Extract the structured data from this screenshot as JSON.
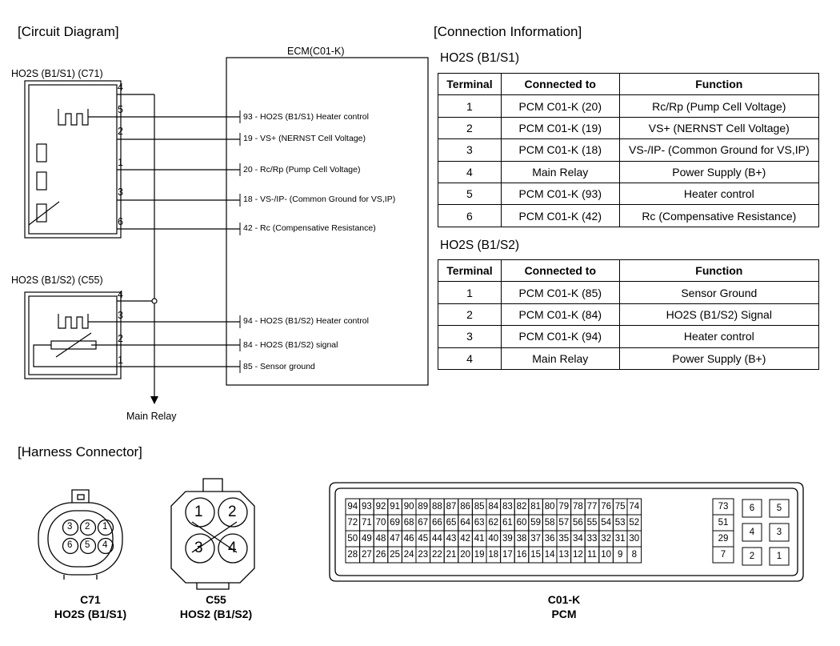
{
  "headings": {
    "circuit": "[Circuit Diagram]",
    "connection": "[Connection Information]",
    "harness": "[Harness Connector]"
  },
  "circuit": {
    "ecm_title": "ECM(C01-K)",
    "main_relay": "Main Relay",
    "sensor1": {
      "title": "HO2S (B1/S1) (C71)",
      "pins": [
        "4",
        "5",
        "2",
        "1",
        "3",
        "6"
      ],
      "ecm_labels": [
        "93 - HO2S (B1/S1) Heater control",
        "19 - VS+ (NERNST Cell Voltage)",
        "20 - Rc/Rp (Pump Cell Voltage)",
        "18 - VS-/IP- (Common Ground for VS,IP)",
        "42 - Rc (Compensative Resistance)"
      ]
    },
    "sensor2": {
      "title": "HO2S (B1/S2) (C55)",
      "pins": [
        "4",
        "3",
        "2",
        "1"
      ],
      "ecm_labels": [
        "94 - HO2S (B1/S2) Heater control",
        "84 - HO2S (B1/S2) signal",
        "85 - Sensor ground"
      ]
    }
  },
  "connection": {
    "headers": [
      "Terminal",
      "Connected to",
      "Function"
    ],
    "table1": {
      "title": "HO2S (B1/S1)",
      "rows": [
        [
          "1",
          "PCM C01-K (20)",
          "Rc/Rp (Pump Cell Voltage)"
        ],
        [
          "2",
          "PCM C01-K (19)",
          "VS+ (NERNST Cell Voltage)"
        ],
        [
          "3",
          "PCM C01-K (18)",
          "VS-/IP- (Common Ground for VS,IP)"
        ],
        [
          "4",
          "Main Relay",
          "Power Supply (B+)"
        ],
        [
          "5",
          "PCM C01-K (93)",
          "Heater control"
        ],
        [
          "6",
          "PCM C01-K (42)",
          "Rc (Compensative Resistance)"
        ]
      ]
    },
    "table2": {
      "title": "HO2S (B1/S2)",
      "rows": [
        [
          "1",
          "PCM C01-K (85)",
          "Sensor Ground"
        ],
        [
          "2",
          "PCM C01-K (84)",
          "HO2S (B1/S2) Signal"
        ],
        [
          "3",
          "PCM C01-K (94)",
          "Heater control"
        ],
        [
          "4",
          "Main Relay",
          "Power Supply (B+)"
        ]
      ]
    }
  },
  "harness": {
    "c71": {
      "name": "C71",
      "label": "HO2S (B1/S1)",
      "pins": [
        "3",
        "2",
        "1",
        "6",
        "5",
        "4"
      ]
    },
    "c55": {
      "name": "C55",
      "label": "HOS2 (B1/S2)",
      "pins": [
        "1",
        "2",
        "3",
        "4"
      ]
    },
    "c01k": {
      "name": "C01-K",
      "label": "PCM",
      "rows": [
        [
          "94",
          "93",
          "92",
          "91",
          "90",
          "89",
          "88",
          "87",
          "86",
          "85",
          "84",
          "83",
          "82",
          "81",
          "80",
          "79",
          "78",
          "77",
          "76",
          "75",
          "74"
        ],
        [
          "72",
          "71",
          "70",
          "69",
          "68",
          "67",
          "66",
          "65",
          "64",
          "63",
          "62",
          "61",
          "60",
          "59",
          "58",
          "57",
          "56",
          "55",
          "54",
          "53",
          "52"
        ],
        [
          "50",
          "49",
          "48",
          "47",
          "46",
          "45",
          "44",
          "43",
          "42",
          "41",
          "40",
          "39",
          "38",
          "37",
          "36",
          "35",
          "34",
          "33",
          "32",
          "31",
          "30"
        ],
        [
          "28",
          "27",
          "26",
          "25",
          "24",
          "23",
          "22",
          "21",
          "20",
          "19",
          "18",
          "17",
          "16",
          "15",
          "14",
          "13",
          "12",
          "11",
          "10",
          "9",
          "8"
        ]
      ],
      "side_col": [
        "73",
        "51",
        "29",
        "7"
      ],
      "right_a": [
        "6",
        "4",
        "2"
      ],
      "right_b": [
        "5",
        "3",
        "1"
      ]
    }
  }
}
